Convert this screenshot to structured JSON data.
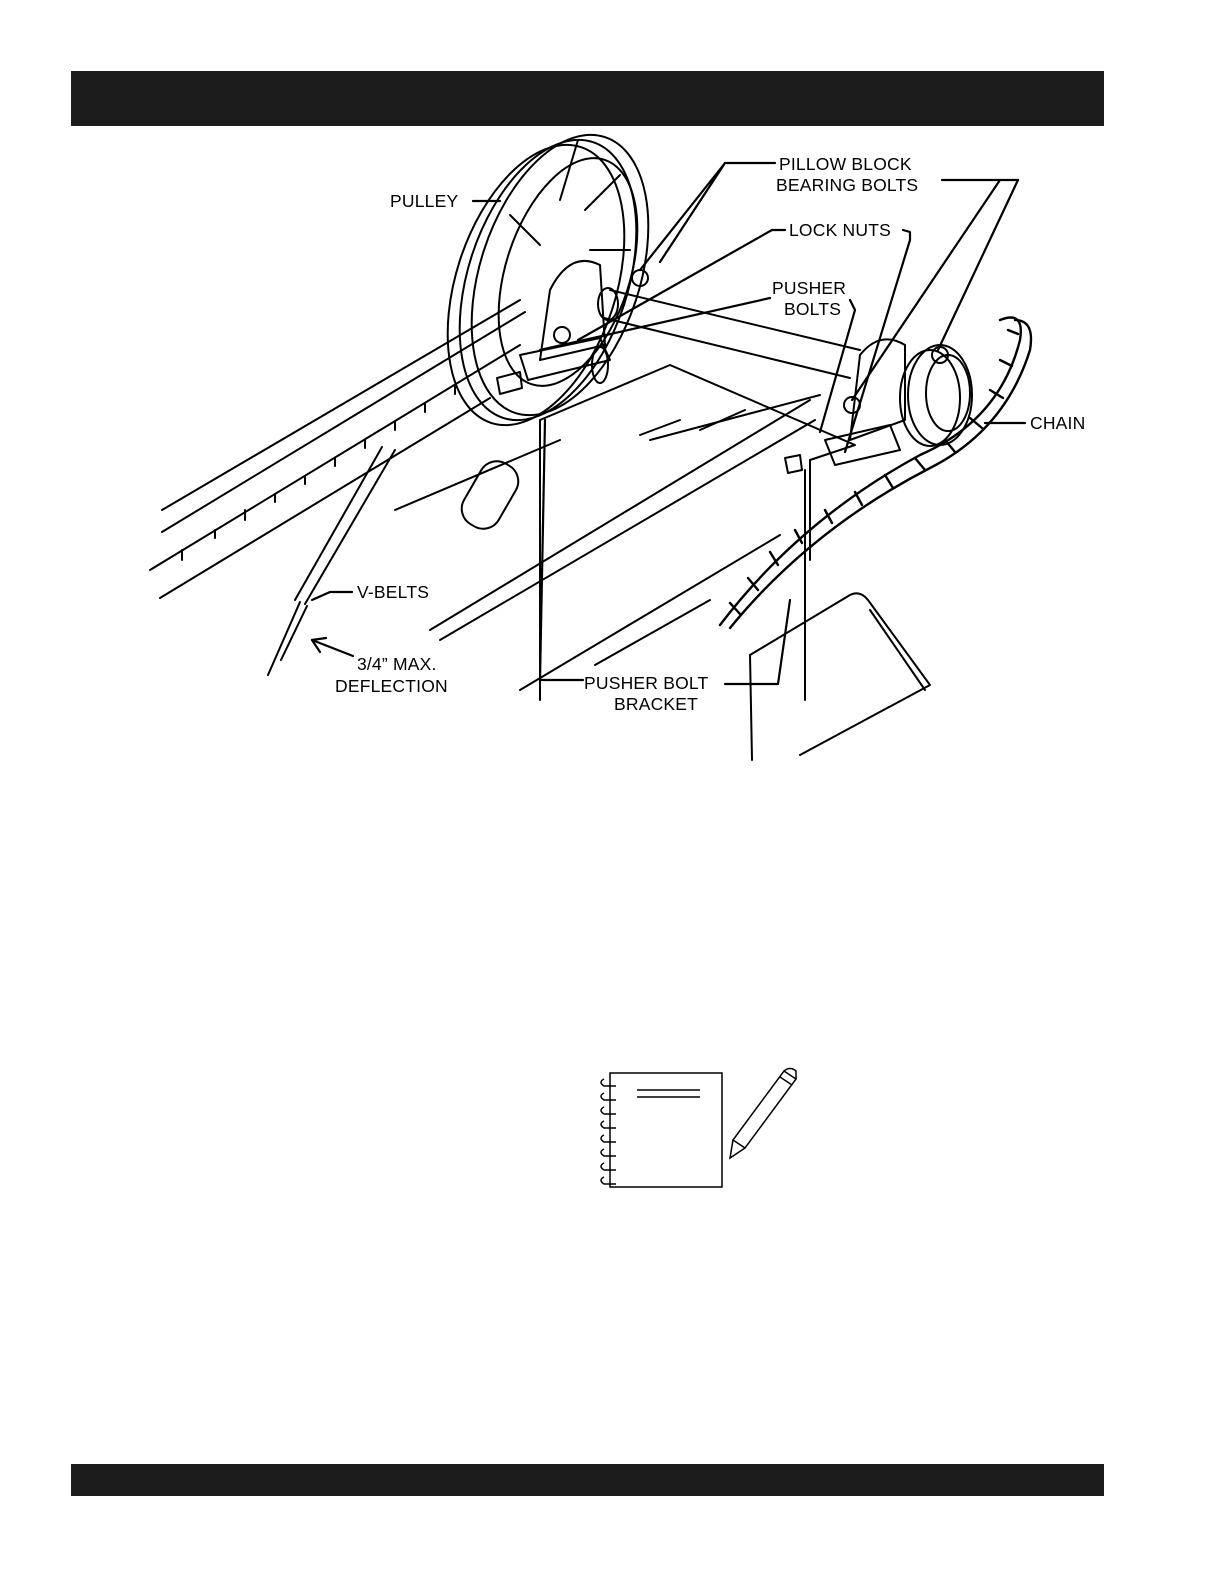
{
  "header_bar": {
    "color": "#1c1c1c"
  },
  "footer_bar": {
    "color": "#1c1c1c"
  },
  "figure": {
    "labels": {
      "pulley": "PULLEY",
      "pillow_block_line1": "PILLOW BLOCK",
      "pillow_block_line2": "BEARING BOLTS",
      "lock_nuts": "LOCK NUTS",
      "pusher_bolts_line1": "PUSHER",
      "pusher_bolts_line2": "BOLTS",
      "chain": "CHAIN",
      "v_belts": "V-BELTS",
      "deflection_line1": "3/4” MAX.",
      "deflection_line2": "DEFLECTION",
      "pusher_bracket_line1": "PUSHER BOLT",
      "pusher_bracket_line2": "BRACKET"
    }
  },
  "notes_icon": {
    "name": "notebook-pencil-icon"
  }
}
